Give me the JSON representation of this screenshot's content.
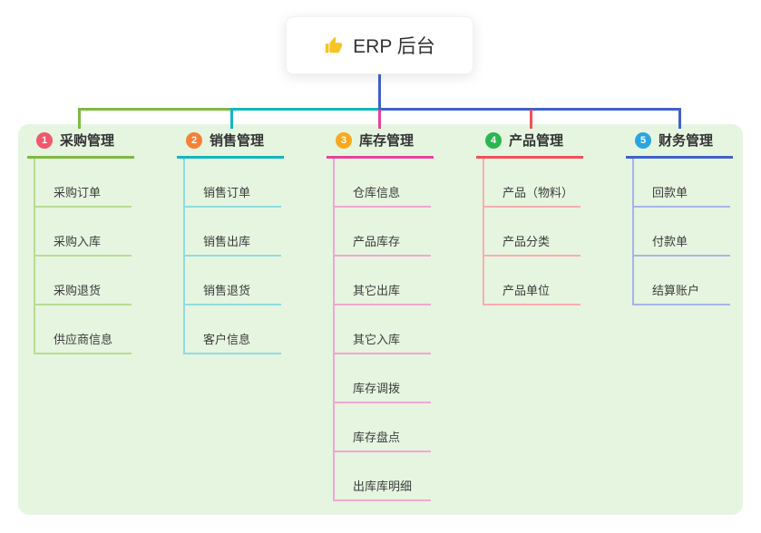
{
  "root": {
    "label": "ERP 后台",
    "icon": "thumbs-up-icon",
    "icon_color": "#f7c325"
  },
  "panel_bg": "#e5f5e0",
  "trunk_color": "#4161c9",
  "branches": [
    {
      "badge": "1",
      "label": "采购管理",
      "badge_color": "#f4566b",
      "line_color": "#7eba41",
      "sub_line_color": "#b9dc92",
      "items": [
        "采购订单",
        "采购入库",
        "采购退货",
        "供应商信息"
      ]
    },
    {
      "badge": "2",
      "label": "销售管理",
      "badge_color": "#f68038",
      "line_color": "#12b7bd",
      "sub_line_color": "#90dcdf",
      "items": [
        "销售订单",
        "销售出库",
        "销售退货",
        "客户信息"
      ]
    },
    {
      "badge": "3",
      "label": "库存管理",
      "badge_color": "#f8a91f",
      "line_color": "#e2439b",
      "sub_line_color": "#f2a6d1",
      "items": [
        "仓库信息",
        "产品库存",
        "其它出库",
        "其它入库",
        "库存调拨",
        "库存盘点",
        "出库库明细"
      ]
    },
    {
      "badge": "4",
      "label": "产品管理",
      "badge_color": "#2db551",
      "line_color": "#f1515a",
      "sub_line_color": "#f9adb0",
      "items": [
        "产品（物料）",
        "产品分类",
        "产品单位"
      ]
    },
    {
      "badge": "5",
      "label": "财务管理",
      "badge_color": "#2ba5e0",
      "line_color": "#4161c9",
      "sub_line_color": "#a8b4e6",
      "items": [
        "回款单",
        "付款单",
        "结算账户"
      ]
    }
  ]
}
